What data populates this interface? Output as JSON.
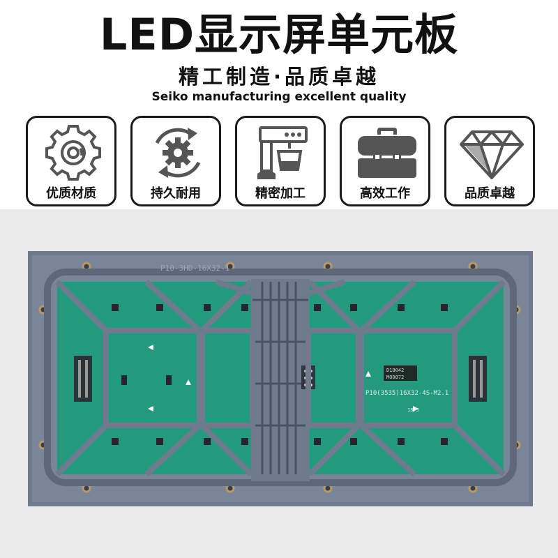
{
  "header": {
    "title": "LED显示屏单元板",
    "subtitle": "精工制造·品质卓越",
    "subtitle_en": "Seiko manufacturing excellent quality"
  },
  "features": [
    {
      "label": "优质材质",
      "icon": "gear-icon"
    },
    {
      "label": "持久耐用",
      "icon": "cycle-gear-icon"
    },
    {
      "label": "精密加工",
      "icon": "mixer-machine-icon"
    },
    {
      "label": "高效工作",
      "icon": "toolbox-icon"
    },
    {
      "label": "品质卓越",
      "icon": "diamond-icon"
    }
  ],
  "board": {
    "silk_top": "P10-3HD-16X32-1",
    "silk_model": "P10(3535)16X32-4S-M2.1",
    "sticker_line1": "D18042",
    "sticker_line2": "MO0872",
    "silk_small": "18/5"
  },
  "colors": {
    "frame": "#707c8e",
    "pcb": "#239a7e",
    "text": "#111111",
    "icon_gray": "#555555"
  }
}
